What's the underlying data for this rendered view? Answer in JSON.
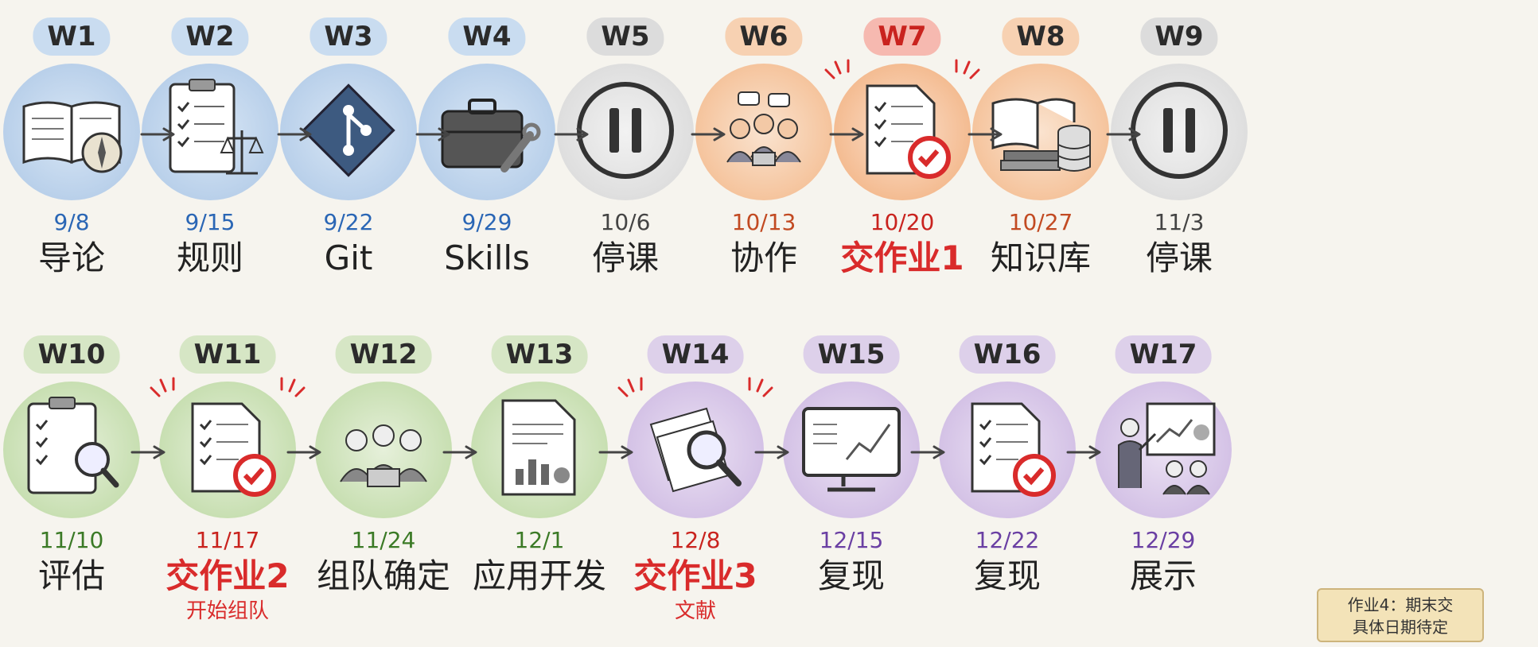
{
  "row1": [
    {
      "week": "W1",
      "date": "9/8",
      "label": "导论",
      "theme": "blue",
      "icon": "book-compass-icon"
    },
    {
      "week": "W2",
      "date": "9/15",
      "label": "规则",
      "theme": "blue",
      "icon": "checklist-scales-icon"
    },
    {
      "week": "W3",
      "date": "9/22",
      "label": "Git",
      "theme": "blue",
      "icon": "git-logo-icon"
    },
    {
      "week": "W4",
      "date": "9/29",
      "label": "Skills",
      "theme": "blue",
      "icon": "toolbox-wrench-icon"
    },
    {
      "week": "W5",
      "date": "10/6",
      "label": "停课",
      "theme": "grey",
      "icon": "pause-icon"
    },
    {
      "week": "W6",
      "date": "10/13",
      "label": "协作",
      "theme": "orange",
      "icon": "team-discussion-icon"
    },
    {
      "week": "W7",
      "date": "10/20",
      "label": "交作业1",
      "theme": "red",
      "icon": "document-check-icon",
      "due": true
    },
    {
      "week": "W8",
      "date": "10/27",
      "label": "知识库",
      "theme": "orange",
      "icon": "books-database-icon"
    },
    {
      "week": "W9",
      "date": "11/3",
      "label": "停课",
      "theme": "grey",
      "icon": "pause-icon"
    }
  ],
  "row2": [
    {
      "week": "W10",
      "date": "11/10",
      "label": "评估",
      "theme": "green",
      "icon": "clipboard-magnifier-icon"
    },
    {
      "week": "W11",
      "date": "11/17",
      "label": "交作业2",
      "sub": "开始组队",
      "theme": "green",
      "icon": "document-check-icon",
      "due": true
    },
    {
      "week": "W12",
      "date": "11/24",
      "label": "组队确定",
      "theme": "green",
      "icon": "team-laptop-icon"
    },
    {
      "week": "W13",
      "date": "12/1",
      "label": "应用开发",
      "theme": "green",
      "icon": "document-chart-icon"
    },
    {
      "week": "W14",
      "date": "12/8",
      "label": "交作业3",
      "sub": "文献",
      "theme": "purple",
      "icon": "papers-magnifier-icon",
      "due": true
    },
    {
      "week": "W15",
      "date": "12/15",
      "label": "复现",
      "theme": "purple",
      "icon": "monitor-chart-icon"
    },
    {
      "week": "W16",
      "date": "12/22",
      "label": "复现",
      "theme": "purple",
      "icon": "document-check-icon"
    },
    {
      "week": "W17",
      "date": "12/29",
      "label": "展示",
      "theme": "purple",
      "icon": "presentation-icon"
    }
  ],
  "note": {
    "line1": "作业4：期末交",
    "line2": "具体日期待定"
  },
  "colors": {
    "due": "#d92b2b",
    "blue": "#2a66b5",
    "orange": "#c24a22",
    "green": "#3b7a26",
    "purple": "#6a3fa3"
  }
}
